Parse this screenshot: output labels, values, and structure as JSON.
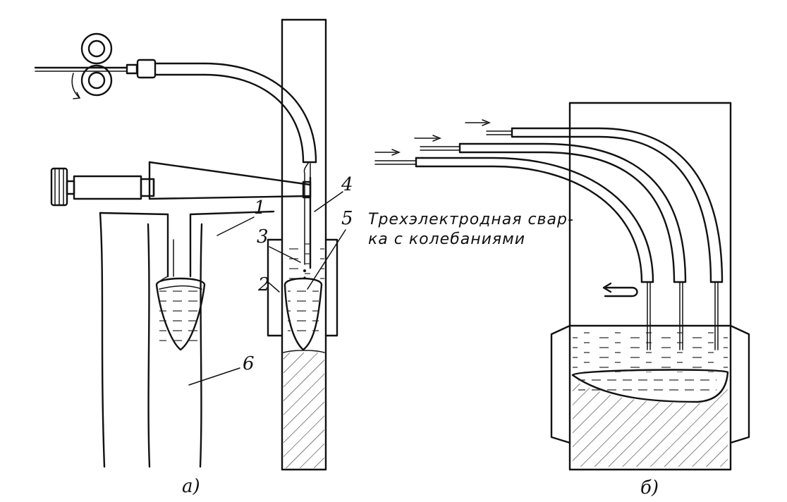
{
  "figure_a": {
    "label": "а)",
    "callouts": [
      "1",
      "2",
      "3",
      "4",
      "5",
      "6"
    ]
  },
  "figure_b": {
    "label": "б)",
    "caption_line1": "Трехэлектродная свар-",
    "caption_line2": "ка с колебаниями"
  }
}
